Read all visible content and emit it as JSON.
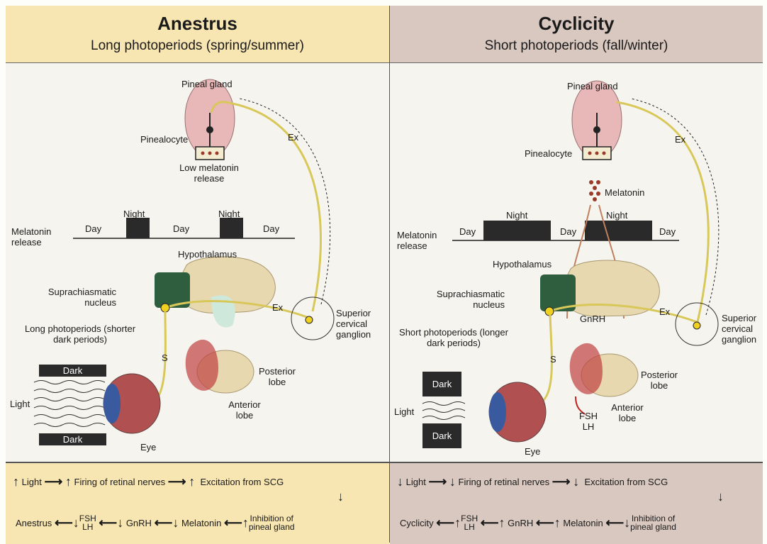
{
  "left": {
    "title": "Anestrus",
    "subtitle": "Long photoperiods (spring/summer)",
    "pineal_gland": "Pineal gland",
    "pinealocyte": "Pinealocyte",
    "low_melatonin": "Low melatonin release",
    "ex_top": "Ex",
    "ex_bottom": "Ex",
    "melatonin_release": "Melatonin release",
    "timeline": [
      "Day",
      "Night",
      "Day",
      "Night",
      "Day"
    ],
    "hypothalamus": "Hypothalamus",
    "scn": "Suprachiasmatic nucleus",
    "scg": "Superior cervical ganglion",
    "photoperiod": "Long photoperiods (shorter dark periods)",
    "dark1": "Dark",
    "dark2": "Dark",
    "light": "Light",
    "s": "S",
    "posterior": "Posterior lobe",
    "anterior": "Anterior lobe",
    "eye": "Eye",
    "flow1": {
      "a": "Light",
      "b": "Firing of retinal nerves",
      "c": "Excitation from SCG"
    },
    "flow2": {
      "a": "Anestrus",
      "b1": "FSH",
      "b2": "LH",
      "c": "GnRH",
      "d": "Melatonin",
      "e1": "Inhibition of",
      "e2": "pineal gland"
    }
  },
  "right": {
    "title": "Cyclicity",
    "subtitle": "Short photoperiods (fall/winter)",
    "pineal_gland": "Pineal gland",
    "pinealocyte": "Pinealocyte",
    "melatonin": "Melatonin",
    "ex_top": "Ex",
    "ex_bottom": "Ex",
    "melatonin_release": "Melatonin release",
    "timeline": [
      "Day",
      "Night",
      "Day",
      "Night",
      "Day"
    ],
    "hypothalamus": "Hypothalamus",
    "scn": "Suprachiasmatic nucleus",
    "gnrh": "GnRH",
    "scg": "Superior cervical ganglion",
    "photoperiod": "Short photoperiods (longer dark periods)",
    "dark1": "Dark",
    "dark2": "Dark",
    "light": "Light",
    "s": "S",
    "fsh": "FSH",
    "lh": "LH",
    "posterior": "Posterior lobe",
    "anterior": "Anterior lobe",
    "eye": "Eye",
    "flow1": {
      "a": "Light",
      "b": "Firing of retinal nerves",
      "c": "Excitation from SCG"
    },
    "flow2": {
      "a": "Cyclicity",
      "b1": "FSH",
      "b2": "LH",
      "c": "GnRH",
      "d": "Melatonin",
      "e1": "Inhibition of",
      "e2": "pineal gland"
    }
  },
  "colors": {
    "left_header": "#f8e6b2",
    "right_header": "#d9c8c0",
    "nerve": "#d8c85a",
    "pineal": "#e8b8b8",
    "hypothalamus": "#e8d8b0",
    "scn_green": "#2f5e3e",
    "melatonin_dots": "#9a3a28"
  }
}
